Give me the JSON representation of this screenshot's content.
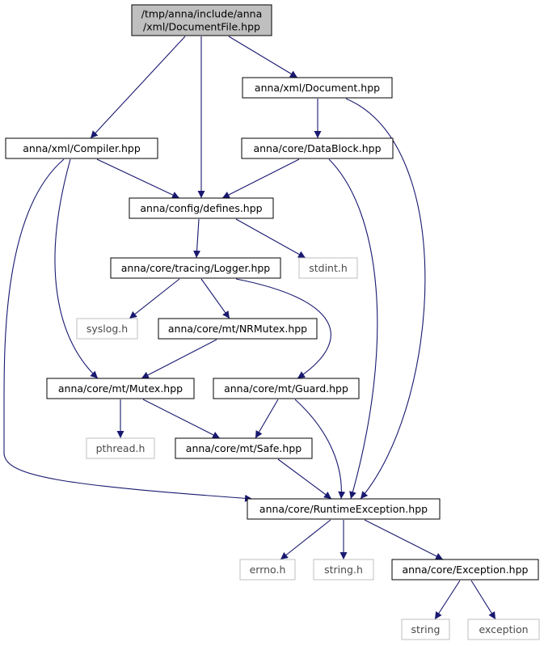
{
  "diagram": {
    "nodes": [
      {
        "id": "root",
        "lines": [
          "/tmp/anna/include/anna",
          "/xml/DocumentFile.hpp"
        ],
        "kind": "root"
      },
      {
        "id": "document",
        "lines": [
          "anna/xml/Document.hpp"
        ],
        "kind": "header"
      },
      {
        "id": "compiler",
        "lines": [
          "anna/xml/Compiler.hpp"
        ],
        "kind": "header"
      },
      {
        "id": "datablock",
        "lines": [
          "anna/core/DataBlock.hpp"
        ],
        "kind": "header"
      },
      {
        "id": "defines",
        "lines": [
          "anna/config/defines.hpp"
        ],
        "kind": "header"
      },
      {
        "id": "logger",
        "lines": [
          "anna/core/tracing/Logger.hpp"
        ],
        "kind": "header"
      },
      {
        "id": "stdint",
        "lines": [
          "stdint.h"
        ],
        "kind": "external"
      },
      {
        "id": "syslog",
        "lines": [
          "syslog.h"
        ],
        "kind": "external"
      },
      {
        "id": "nrmutex",
        "lines": [
          "anna/core/mt/NRMutex.hpp"
        ],
        "kind": "header"
      },
      {
        "id": "mutex",
        "lines": [
          "anna/core/mt/Mutex.hpp"
        ],
        "kind": "header"
      },
      {
        "id": "guard",
        "lines": [
          "anna/core/mt/Guard.hpp"
        ],
        "kind": "header"
      },
      {
        "id": "pthread",
        "lines": [
          "pthread.h"
        ],
        "kind": "external"
      },
      {
        "id": "safe",
        "lines": [
          "anna/core/mt/Safe.hpp"
        ],
        "kind": "header"
      },
      {
        "id": "runtime",
        "lines": [
          "anna/core/RuntimeException.hpp"
        ],
        "kind": "header"
      },
      {
        "id": "errno",
        "lines": [
          "errno.h"
        ],
        "kind": "external"
      },
      {
        "id": "stringh",
        "lines": [
          "string.h"
        ],
        "kind": "external"
      },
      {
        "id": "exception_hpp",
        "lines": [
          "anna/core/Exception.hpp"
        ],
        "kind": "header"
      },
      {
        "id": "string",
        "lines": [
          "string"
        ],
        "kind": "external"
      },
      {
        "id": "exception",
        "lines": [
          "exception"
        ],
        "kind": "external"
      }
    ],
    "edges": [
      [
        "root",
        "compiler"
      ],
      [
        "root",
        "defines"
      ],
      [
        "root",
        "document"
      ],
      [
        "document",
        "datablock"
      ],
      [
        "document",
        "runtime"
      ],
      [
        "compiler",
        "defines"
      ],
      [
        "compiler",
        "mutex"
      ],
      [
        "compiler",
        "runtime"
      ],
      [
        "datablock",
        "defines"
      ],
      [
        "datablock",
        "runtime"
      ],
      [
        "defines",
        "logger"
      ],
      [
        "defines",
        "stdint"
      ],
      [
        "logger",
        "syslog"
      ],
      [
        "logger",
        "nrmutex"
      ],
      [
        "logger",
        "guard"
      ],
      [
        "nrmutex",
        "mutex"
      ],
      [
        "mutex",
        "pthread"
      ],
      [
        "mutex",
        "safe"
      ],
      [
        "guard",
        "safe"
      ],
      [
        "guard",
        "runtime"
      ],
      [
        "safe",
        "runtime"
      ],
      [
        "runtime",
        "errno"
      ],
      [
        "runtime",
        "stringh"
      ],
      [
        "runtime",
        "exception_hpp"
      ],
      [
        "exception_hpp",
        "string"
      ],
      [
        "exception_hpp",
        "exception"
      ]
    ],
    "colors": {
      "edge": "#191970",
      "root_fill": "#bfbfbf",
      "node_border": "#000000",
      "external_border": "#bfbfbf",
      "background": "#ffffff"
    }
  }
}
